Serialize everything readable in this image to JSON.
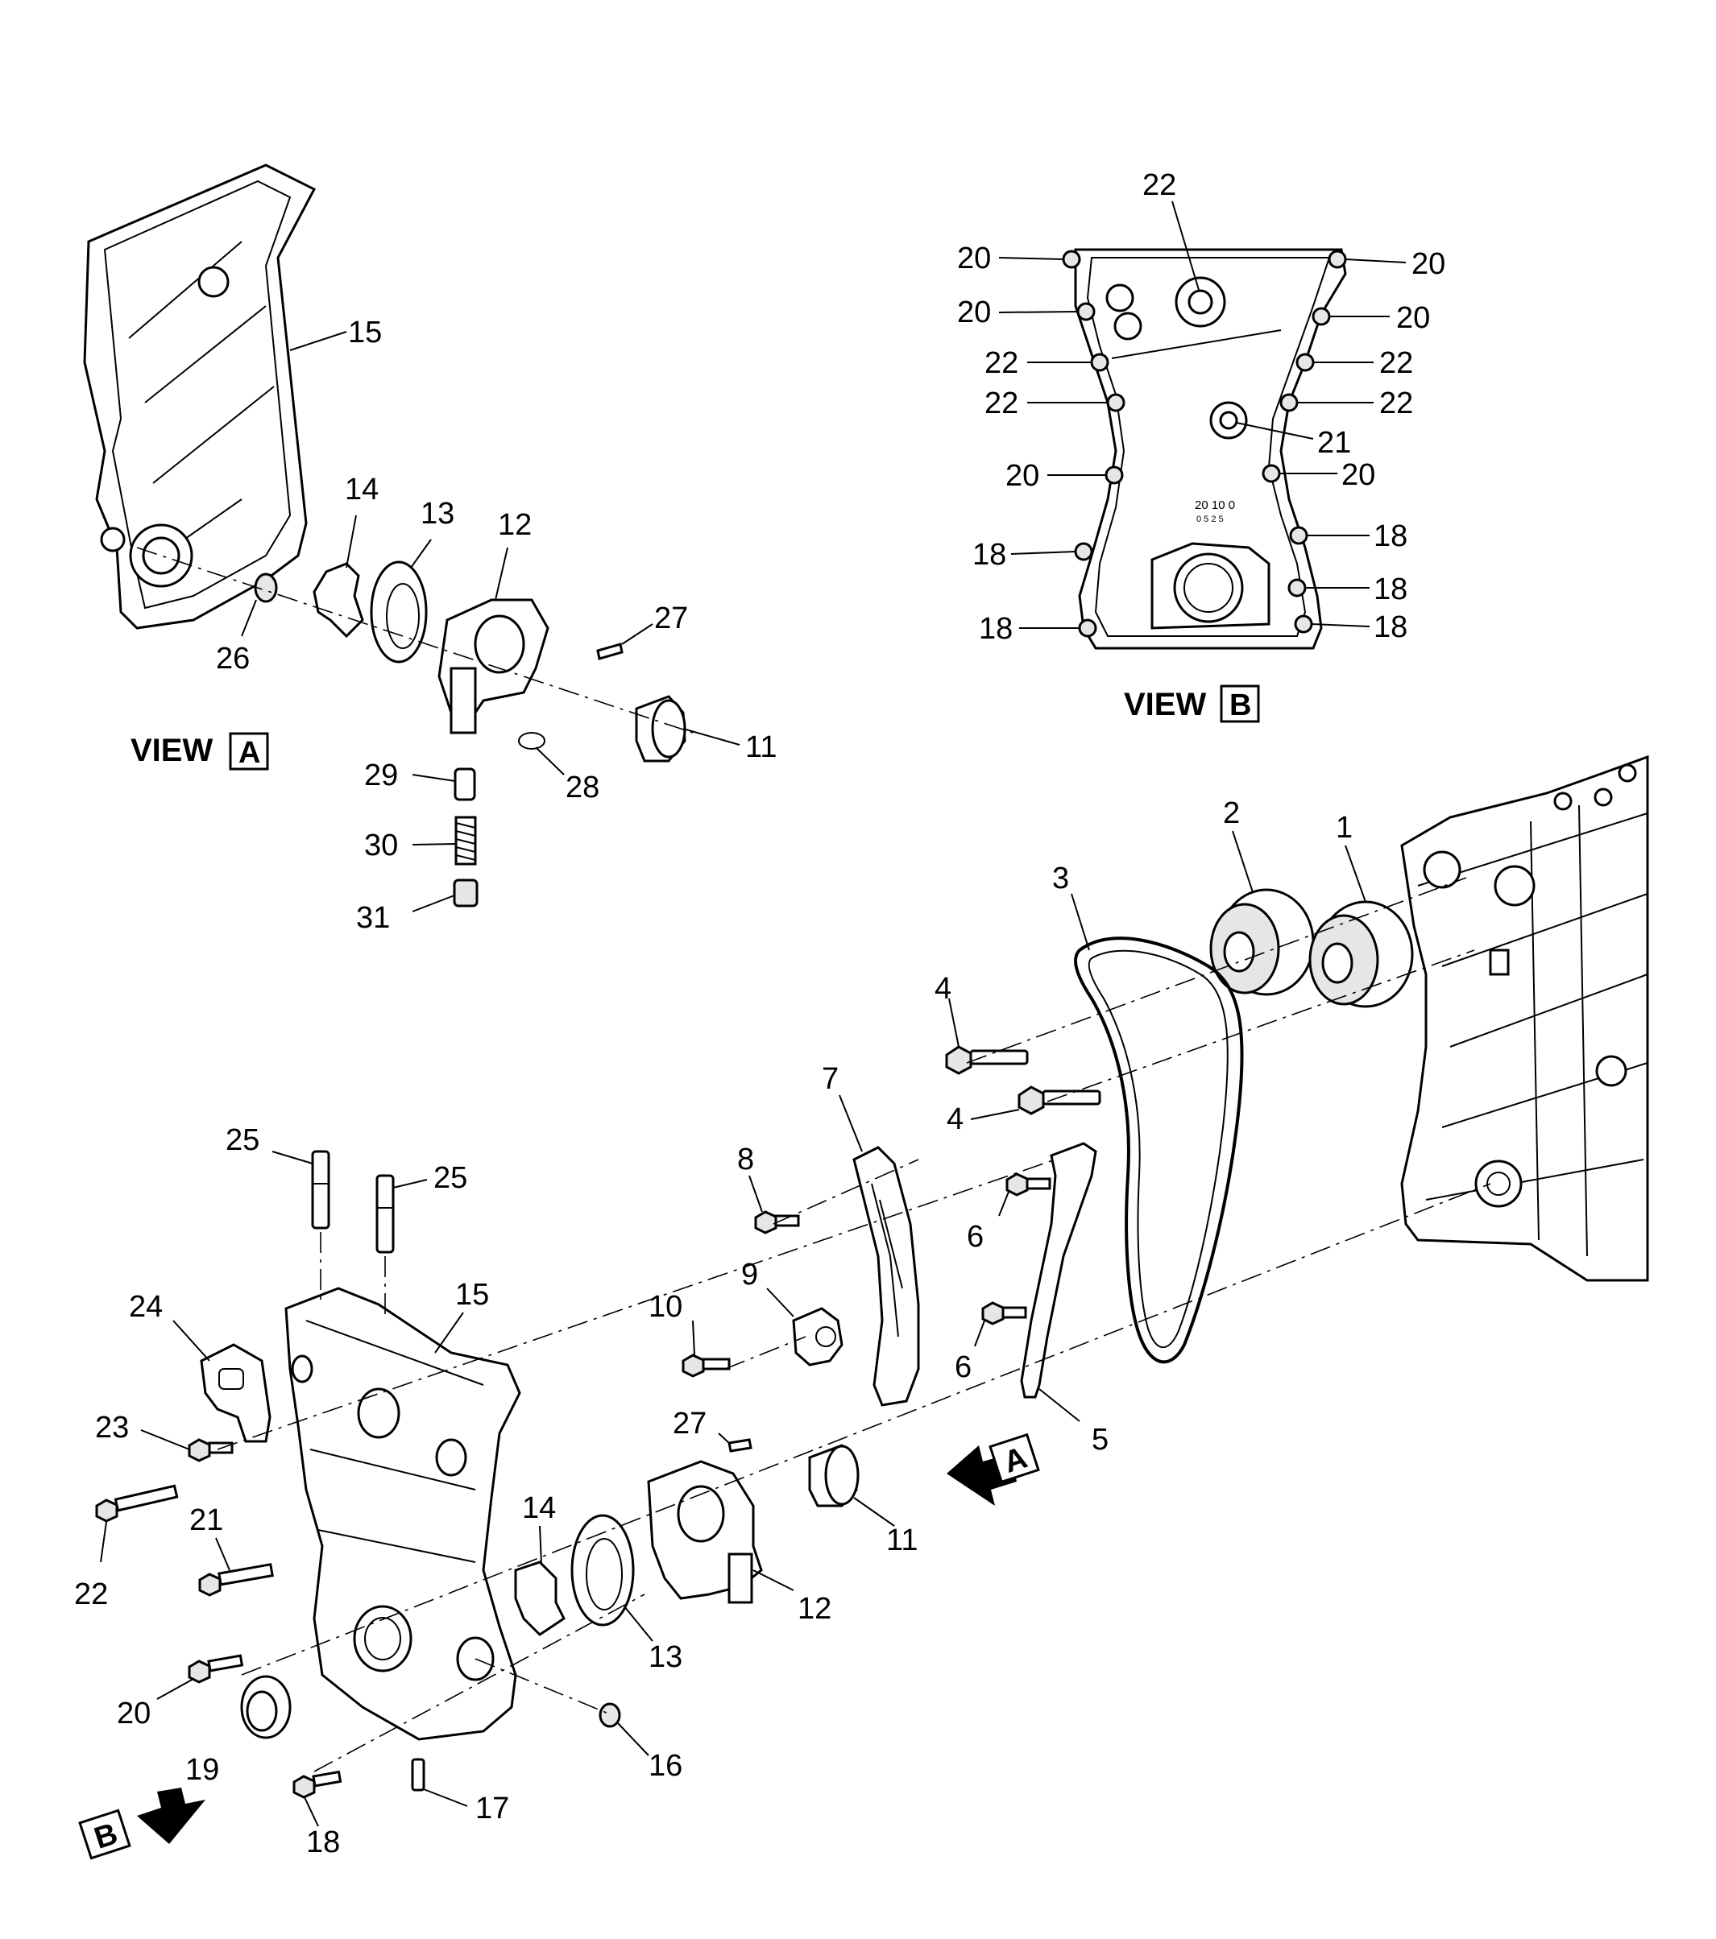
{
  "view_a": {
    "title": "VIEW",
    "letter": "A"
  },
  "view_b": {
    "title": "VIEW",
    "letter": "B"
  },
  "view_a_callouts": [
    "15",
    "14",
    "13",
    "12",
    "27",
    "26",
    "11",
    "28",
    "29",
    "30",
    "31"
  ],
  "view_b_callouts": {
    "top": "22",
    "left": [
      "20",
      "20",
      "22",
      "22",
      "20",
      "18",
      "18"
    ],
    "right": [
      "20",
      "20",
      "22",
      "22",
      "21",
      "20",
      "18",
      "18",
      "18"
    ]
  },
  "view_b_stamp": [
    "20 10 0",
    "0 5 2 5"
  ],
  "main_callouts": {
    "c1": "1",
    "c2": "2",
    "c3": "3",
    "c4a": "4",
    "c4b": "4",
    "c5": "5",
    "c6a": "6",
    "c6b": "6",
    "c7": "7",
    "c8": "8",
    "c9": "9",
    "c10": "10",
    "c11": "11",
    "c12": "12",
    "c13": "13",
    "c14": "14",
    "c15": "15",
    "c16": "16",
    "c17": "17",
    "c18": "18",
    "c19": "19",
    "c20": "20",
    "c21": "21",
    "c22": "22",
    "c23": "23",
    "c24": "24",
    "c25a": "25",
    "c25b": "25",
    "c27": "27"
  },
  "direction_arrows": {
    "a": "A",
    "b": "B"
  }
}
